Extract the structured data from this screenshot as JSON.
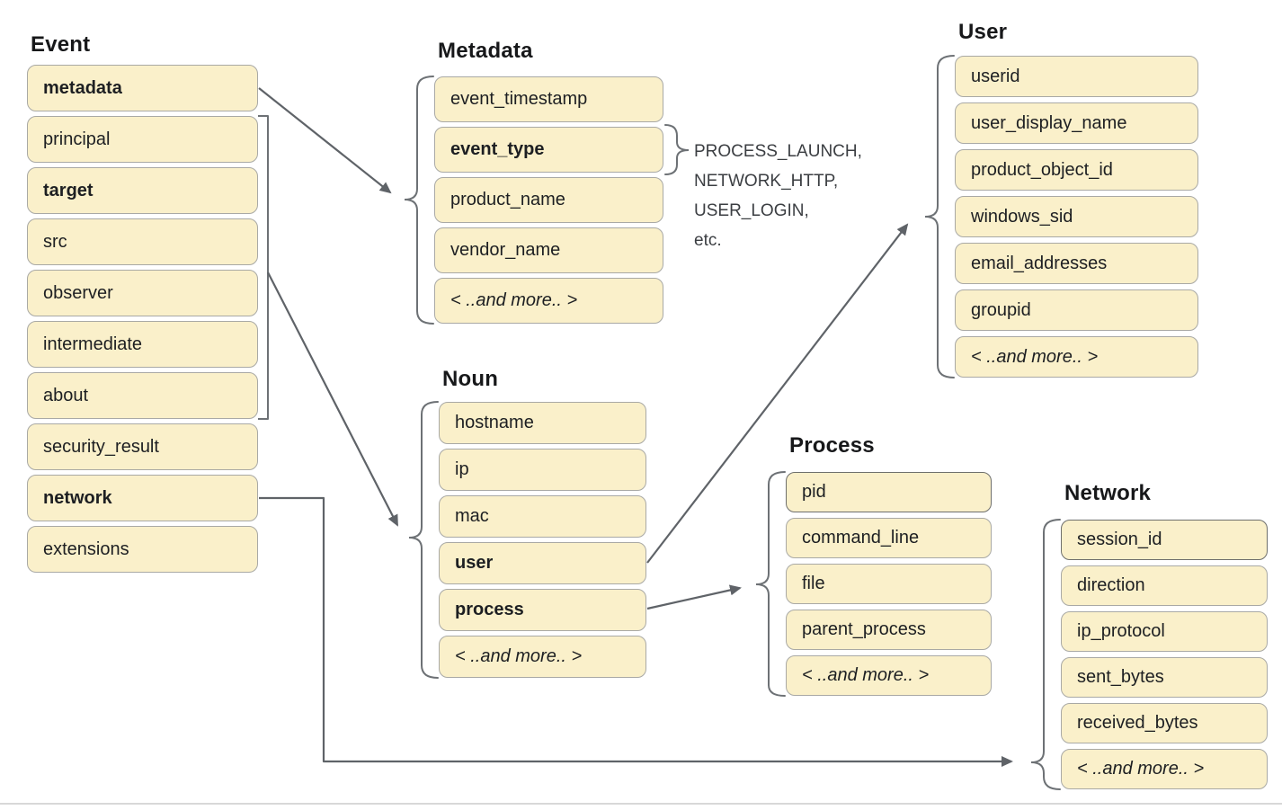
{
  "colors": {
    "box_fill": "#faf0ca",
    "box_border": "#a9a9a5",
    "box_border_emphasis": "#6e6f6c",
    "arrow": "#5f6368",
    "brace": "#6d7175",
    "divider": "#d8d8d8"
  },
  "groups": {
    "event": {
      "title": "Event",
      "items": [
        {
          "label": "metadata",
          "bold": true
        },
        {
          "label": "principal",
          "bold": false
        },
        {
          "label": "target",
          "bold": true
        },
        {
          "label": "src",
          "bold": false
        },
        {
          "label": "observer",
          "bold": false
        },
        {
          "label": "intermediate",
          "bold": false
        },
        {
          "label": "about",
          "bold": false
        },
        {
          "label": "security_result",
          "bold": false
        },
        {
          "label": "network",
          "bold": true
        },
        {
          "label": "extensions",
          "bold": false
        }
      ]
    },
    "metadata": {
      "title": "Metadata",
      "items": [
        {
          "label": "event_timestamp",
          "bold": false
        },
        {
          "label": "event_type",
          "bold": true
        },
        {
          "label": "product_name",
          "bold": false
        },
        {
          "label": "vendor_name",
          "bold": false
        },
        {
          "label": "< ..and more.. >",
          "bold": false,
          "italic": true
        }
      ]
    },
    "noun": {
      "title": "Noun",
      "items": [
        {
          "label": "hostname",
          "bold": false
        },
        {
          "label": "ip",
          "bold": false
        },
        {
          "label": "mac",
          "bold": false
        },
        {
          "label": "user",
          "bold": true
        },
        {
          "label": "process",
          "bold": true
        },
        {
          "label": "< ..and more.. >",
          "bold": false,
          "italic": true
        }
      ]
    },
    "user": {
      "title": "User",
      "items": [
        {
          "label": "userid",
          "bold": false
        },
        {
          "label": "user_display_name",
          "bold": false
        },
        {
          "label": "product_object_id",
          "bold": false
        },
        {
          "label": "windows_sid",
          "bold": false
        },
        {
          "label": "email_addresses",
          "bold": false
        },
        {
          "label": "groupid",
          "bold": false
        },
        {
          "label": "< ..and more.. >",
          "bold": false,
          "italic": true
        }
      ]
    },
    "process": {
      "title": "Process",
      "items": [
        {
          "label": "pid",
          "bold": false,
          "emphasis": true
        },
        {
          "label": "command_line",
          "bold": false
        },
        {
          "label": "file",
          "bold": false
        },
        {
          "label": "parent_process",
          "bold": false
        },
        {
          "label": "< ..and more.. >",
          "bold": false,
          "italic": true
        }
      ]
    },
    "network": {
      "title": "Network",
      "items": [
        {
          "label": "session_id",
          "bold": false,
          "emphasis": true
        },
        {
          "label": "direction",
          "bold": false
        },
        {
          "label": "ip_protocol",
          "bold": false
        },
        {
          "label": "sent_bytes",
          "bold": false
        },
        {
          "label": "received_bytes",
          "bold": false
        },
        {
          "label": "< ..and more.. >",
          "bold": false,
          "italic": true
        }
      ]
    }
  },
  "note": {
    "lines": [
      "PROCESS_LAUNCH,",
      "NETWORK_HTTP,",
      "USER_LOGIN,",
      "etc."
    ]
  },
  "connections": [
    {
      "from": "event.metadata",
      "to": "metadata-group"
    },
    {
      "from": "event.principal..about",
      "to": "noun-group"
    },
    {
      "from": "metadata.event_type",
      "to": "event-type-values-note"
    },
    {
      "from": "noun.user",
      "to": "user-group"
    },
    {
      "from": "noun.process",
      "to": "process-group"
    },
    {
      "from": "event.network",
      "to": "network-group"
    }
  ]
}
